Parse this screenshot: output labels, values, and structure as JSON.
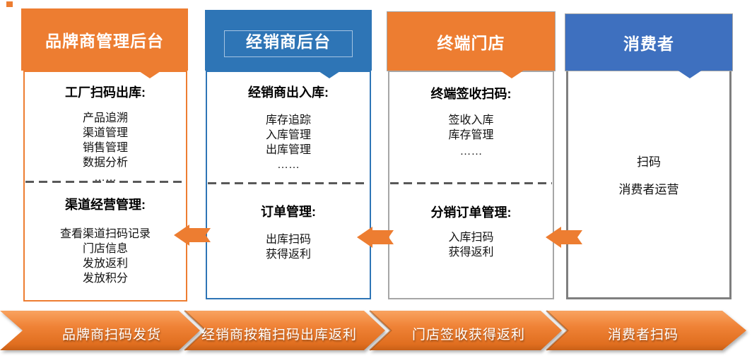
{
  "colors": {
    "orange": "#ED7D31",
    "blue": "#2E75B6",
    "consumer_blue": "#3E70BF",
    "store_border_gray": "#A6A6A6",
    "consumer_border_gray": "#7F7F7F",
    "dash_gray": "#595959",
    "text_black": "#111111",
    "bar_gradient_top": "#F9A360",
    "bar_gradient_bottom": "#C85F16"
  },
  "columns": [
    {
      "header": "品牌商管理后台",
      "sections": [
        {
          "heading": "工厂扫码出库:",
          "items": [
            "产品追溯",
            "渠道管理",
            "销售管理",
            "数据分析",
            "……"
          ]
        },
        {
          "heading": "渠道经营管理:",
          "items": [
            "查看渠道扫码记录",
            "门店信息",
            "发放返利",
            "发放积分"
          ]
        }
      ]
    },
    {
      "header": "经销商后台",
      "sections": [
        {
          "heading": "经销商出入库:",
          "items": [
            "库存追踪",
            "入库管理",
            "出库管理",
            "……"
          ]
        },
        {
          "heading": "订单管理:",
          "items": [
            "出库扫码",
            "获得返利"
          ]
        }
      ]
    },
    {
      "header": "终端门店",
      "sections": [
        {
          "heading": "终端签收扫码:",
          "items": [
            "签收入库",
            "库存管理",
            "……"
          ]
        },
        {
          "heading": "分销订单管理:",
          "items": [
            "入库扫码",
            "获得返利"
          ]
        }
      ]
    },
    {
      "header": "消费者",
      "sections": [
        {
          "heading": "",
          "items": [
            "扫码",
            "消费者运营"
          ]
        }
      ]
    }
  ],
  "bottom_bar": {
    "segments": [
      "品牌商扫码发货",
      "经销商按箱扫码出库返利",
      "门店签收获得返利",
      "消费者扫码"
    ]
  }
}
